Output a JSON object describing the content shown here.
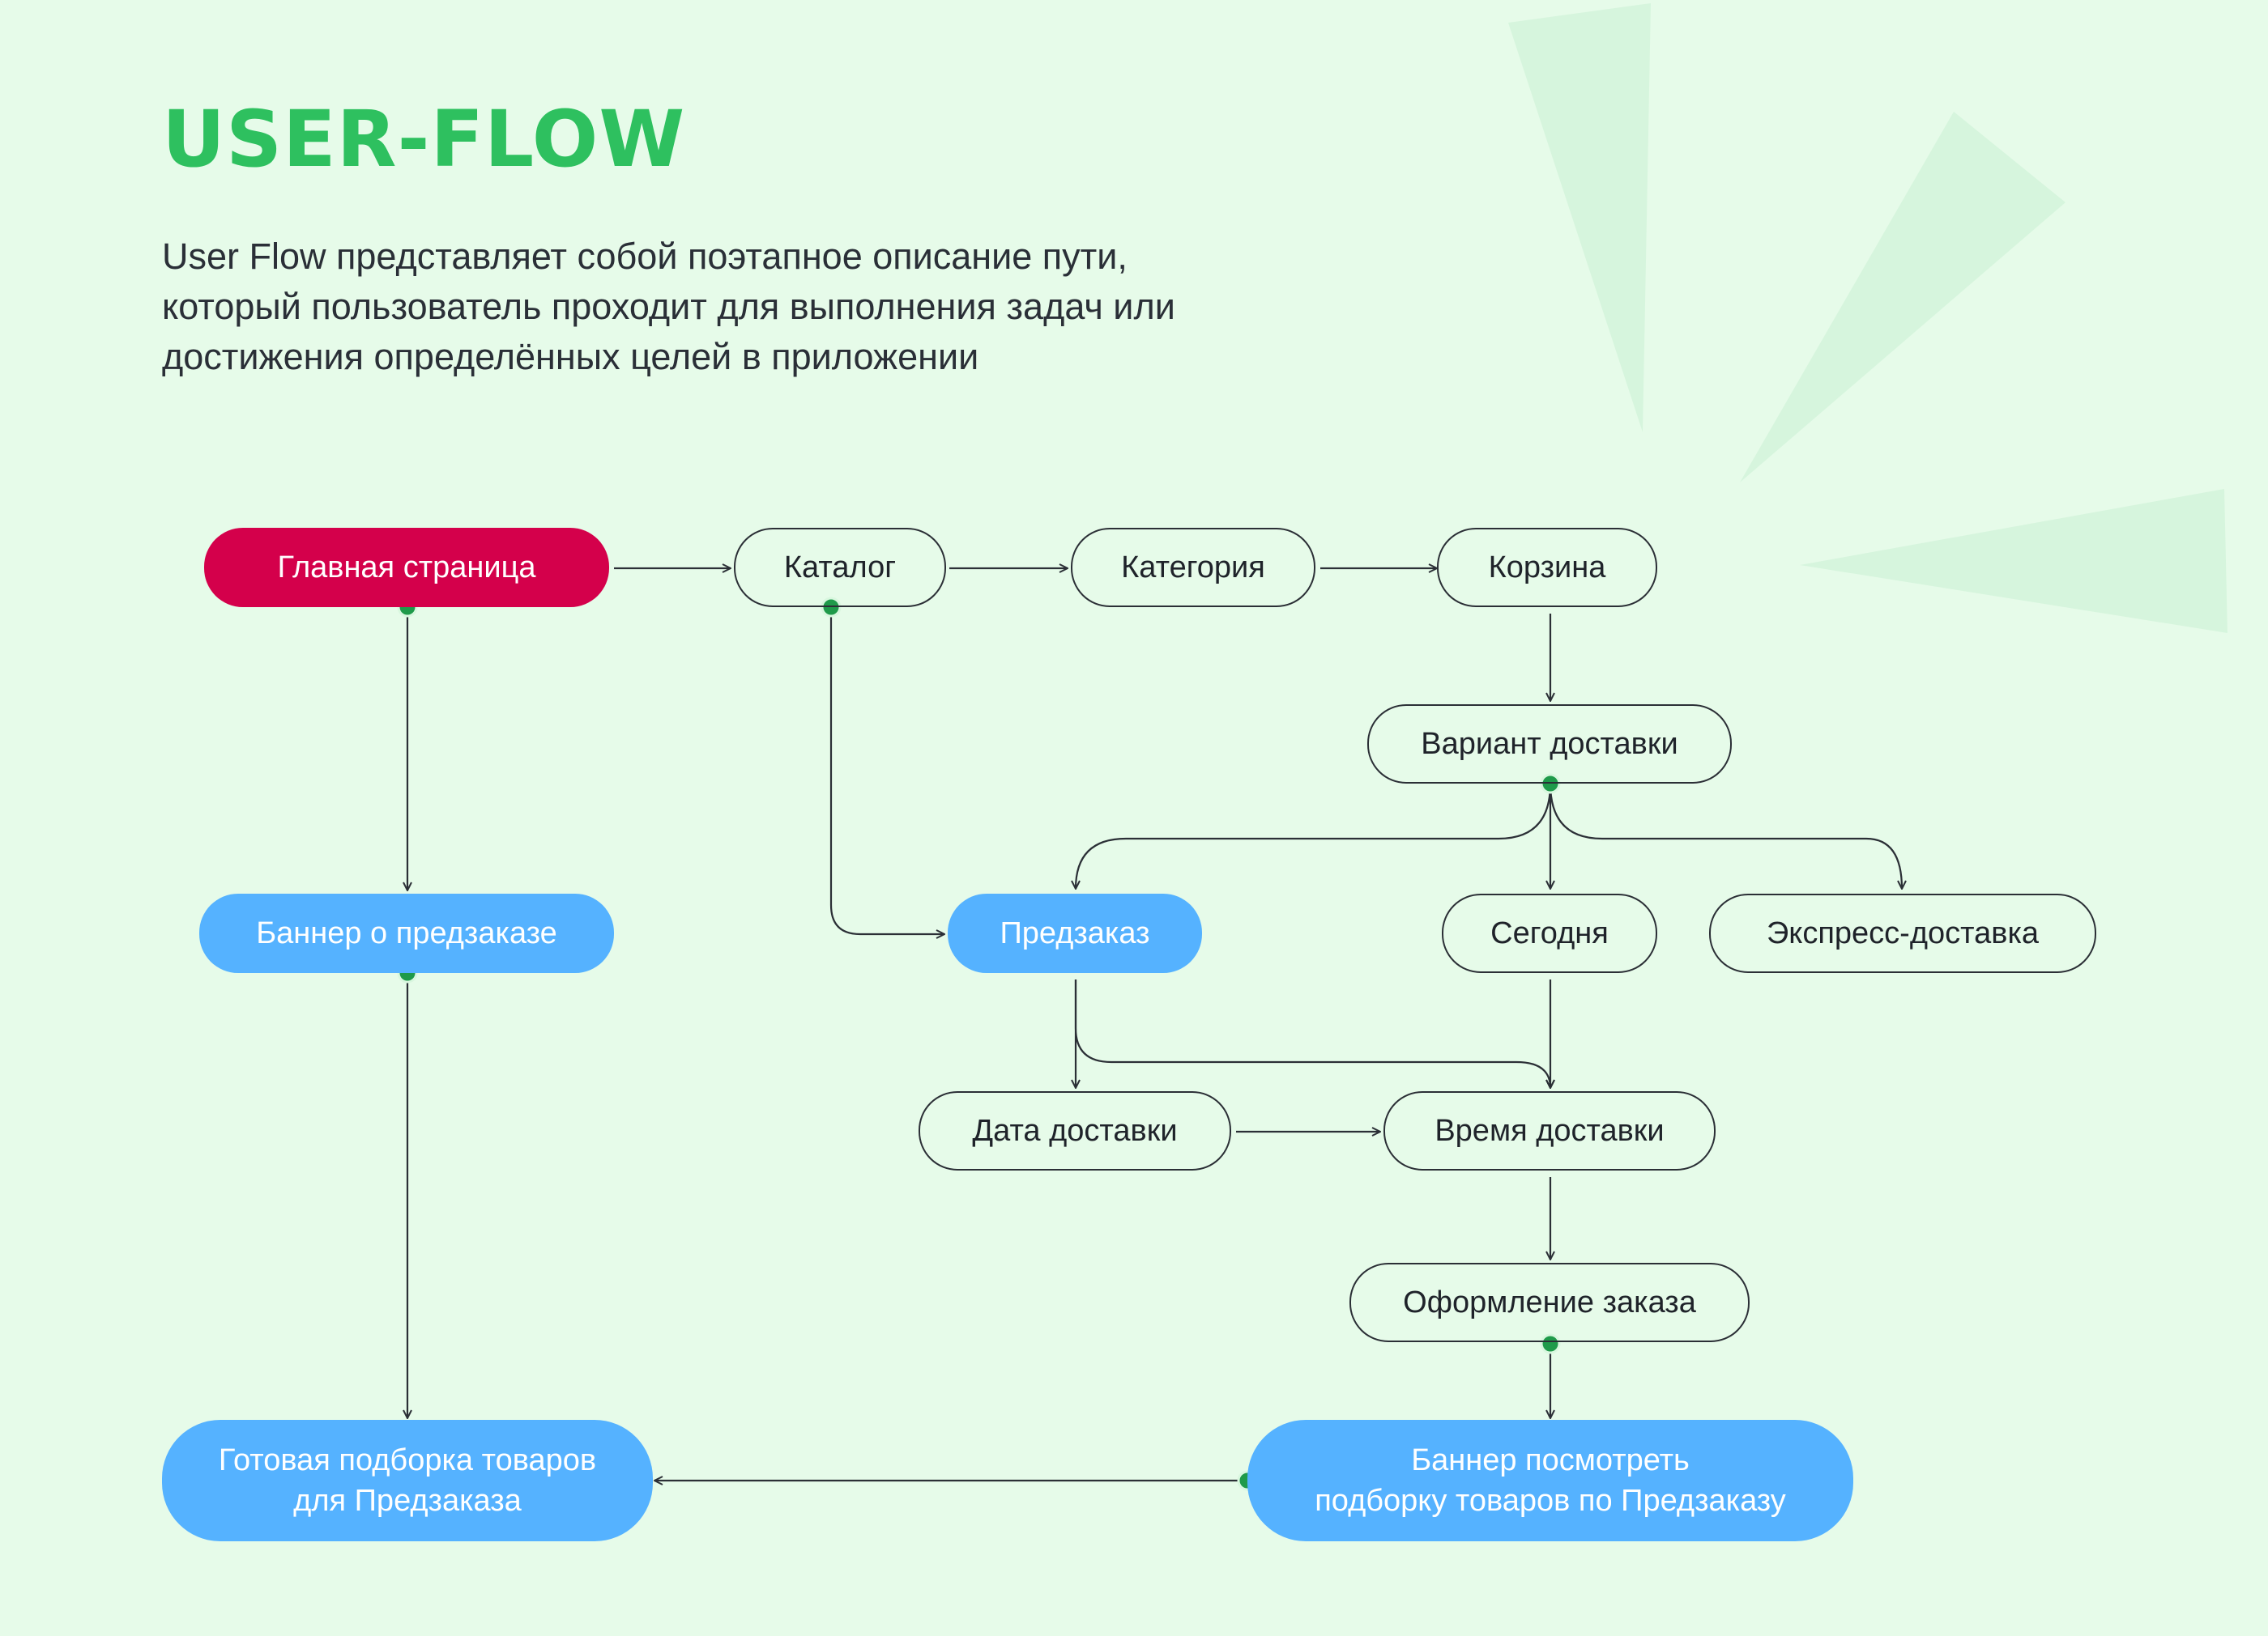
{
  "header": {
    "title": "USER-FLOW",
    "description": "User Flow представляет собой поэтапное описание пути, который пользователь проходит для выполнения задач или достижения определённых целей в приложении"
  },
  "colors": {
    "background": "#e6fbe9",
    "title": "#2ec05f",
    "primary_node": "#d4004b",
    "accent_node": "#55b2ff",
    "connector_dot": "#1f9a4a",
    "decoration": "#d6f5dd"
  },
  "nodes": {
    "main_page": "Главная страница",
    "catalog": "Каталог",
    "category": "Категория",
    "cart": "Корзина",
    "delivery_option": "Вариант доставки",
    "preorder_banner": "Баннер о предзаказе",
    "preorder": "Предзаказ",
    "today": "Сегодня",
    "express_delivery": "Экспресс-доставка",
    "delivery_date": "Дата доставки",
    "delivery_time": "Время доставки",
    "checkout": "Оформление заказа",
    "view_selection_banner": {
      "line1": "Баннер посмотреть",
      "line2": "подборку товаров по Предзаказу"
    },
    "ready_selection": {
      "line1": "Готовая подборка товаров",
      "line2": "для Предзаказа"
    }
  }
}
